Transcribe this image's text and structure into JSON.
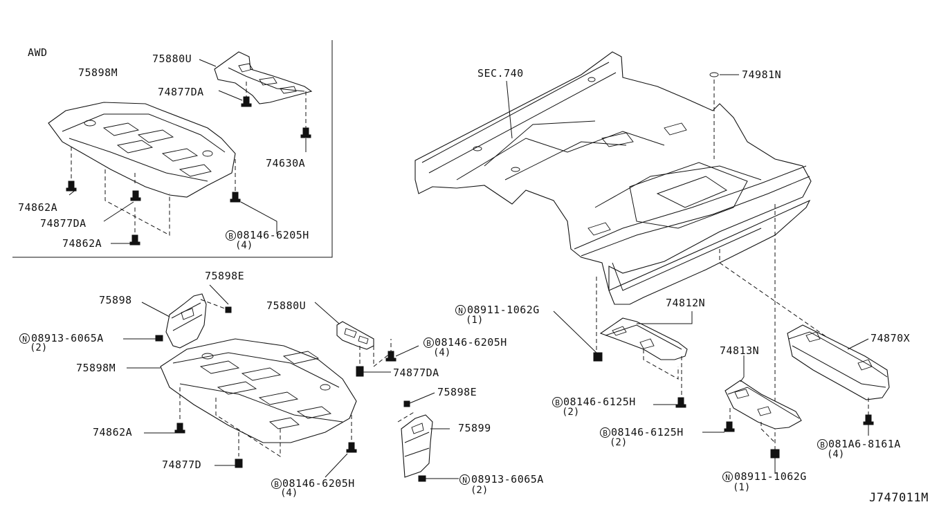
{
  "diagram_id": "J747011M",
  "inset": {
    "title": "AWD"
  },
  "labels": {
    "p75880u_awd": "75880U",
    "p75898m_awd": "75898M",
    "p74877da_awd_top": "74877DA",
    "p74630a": "74630A",
    "p74862a_awd_1": "74862A",
    "p74877da_awd_2": "74877DA",
    "p74862a_awd_2": "74862A",
    "p08146_6205h_awd": "08146-6205H",
    "p08146_6205h_awd_qty": "(4)",
    "p75898e_1": "75898E",
    "p75898": "75898",
    "p08913_6065a_1": "08913-6065A",
    "p08913_6065a_1_qty": "(2)",
    "p75898m": "75898M",
    "p75880u": "75880U",
    "p08146_6205h_2": "08146-6205H",
    "p08146_6205h_2_qty": "(4)",
    "p74877da": "74877DA",
    "p74862a": "74862A",
    "p74877d": "74877D",
    "p08146_6205h_3": "08146-6205H",
    "p08146_6205h_3_qty": "(4)",
    "p75898e_2": "75898E",
    "p75899": "75899",
    "p08913_6065a_2": "08913-6065A",
    "p08913_6065a_2_qty": "(2)",
    "sec740": "SEC.740",
    "p74981n": "74981N",
    "p08911_1062g_1": "08911-1062G",
    "p08911_1062g_1_qty": "(1)",
    "p74812n": "74812N",
    "p08146_6125h_1": "08146-6125H",
    "p08146_6125h_1_qty": "(2)",
    "p74813n": "74813N",
    "p08146_6125h_2": "08146-6125H",
    "p08146_6125h_2_qty": "(2)",
    "p74870x": "74870X",
    "p081a6_8161a": "081A6-8161A",
    "p081a6_8161a_qty": "(4)",
    "p08911_1062g_2": "08911-1062G",
    "p08911_1062g_2_qty": "(1)"
  },
  "prefix_symbols": {
    "bolt": "B",
    "nut": "N"
  }
}
